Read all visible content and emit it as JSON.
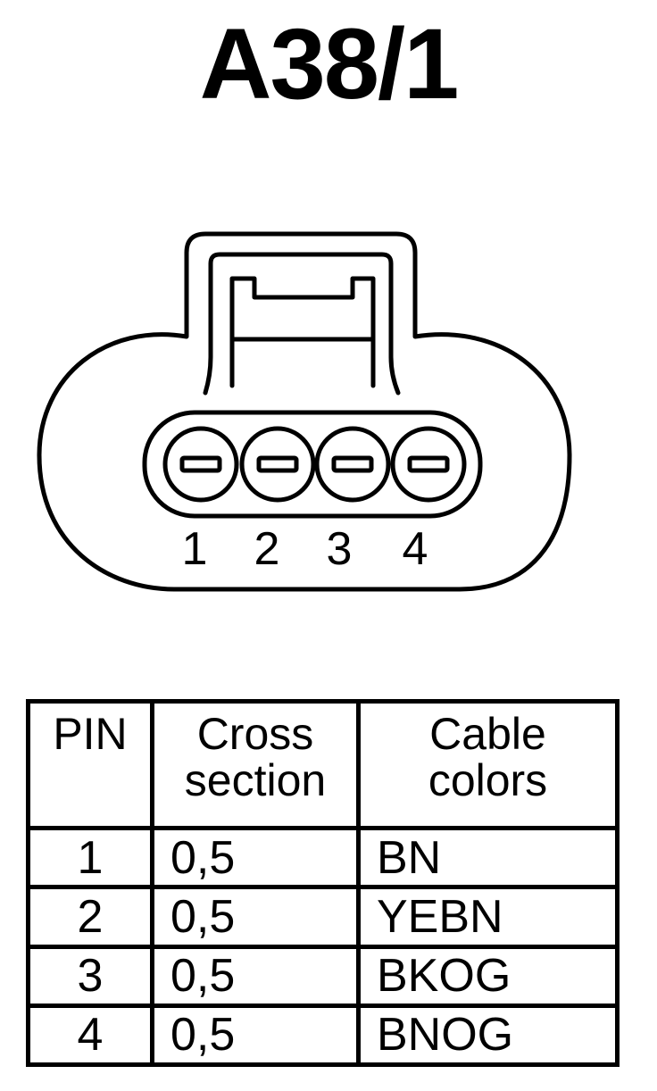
{
  "title": "A38/1",
  "connector": {
    "pins": [
      "1",
      "2",
      "3",
      "4"
    ]
  },
  "table": {
    "headers": [
      "PIN",
      "Cross section",
      "Cable colors"
    ],
    "rows": [
      {
        "pin": "1",
        "cross_section": "0,5",
        "color": "BN"
      },
      {
        "pin": "2",
        "cross_section": "0,5",
        "color": "YEBN"
      },
      {
        "pin": "3",
        "cross_section": "0,5",
        "color": "BKOG"
      },
      {
        "pin": "4",
        "cross_section": "0,5",
        "color": "BNOG"
      }
    ]
  },
  "colors": {
    "ink": "#000000",
    "background": "#ffffff"
  }
}
